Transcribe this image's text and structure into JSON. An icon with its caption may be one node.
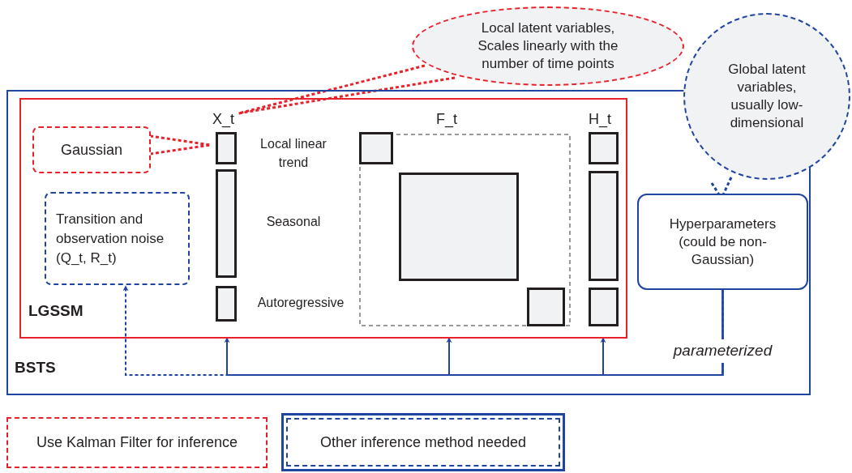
{
  "diagram": {
    "nodes": [
      {
        "text": [
          "Local latent variables, Scales linearly with the number of time points"
        ]
      },
      {
        "text": [
          "Global latent variables, usually low-dimensional"
        ]
      },
      {
        "text": [
          "BSTS"
        ]
      },
      {
        "text": [
          "LGSSM"
        ],
        "in": 2
      },
      {
        "text": [
          "Gaussian"
        ],
        "in": 3
      },
      {
        "text": [
          "X_t"
        ],
        "in": 3
      },
      {
        "text": [
          "F_t"
        ],
        "in": 3
      },
      {
        "text": [
          "H_t"
        ],
        "in": 3
      },
      {
        "text": [
          "Transition and observation noise (Q_t, R_t)"
        ],
        "in": 3
      },
      {
        "text": [
          "Hyperparameters (could be non-Gaussian)"
        ],
        "in": 2
      }
    ],
    "edges": [
      {
        "from": 0,
        "to": 5,
        "arrow": "none",
        "style": "dashed",
        "color": "#e8212b"
      },
      {
        "from": 4,
        "to": 5,
        "arrow": "none",
        "style": "dashed",
        "color": "#e8212b"
      },
      {
        "from": 1,
        "to": 9,
        "arrow": "none",
        "style": "dashed"
      },
      {
        "from": 9,
        "to": 8,
        "arrow": "to",
        "style": "dashed"
      },
      {
        "from": 9,
        "to": 5,
        "arrow": "to"
      },
      {
        "from": 9,
        "to": 6,
        "arrow": "to"
      },
      {
        "from": 9,
        "to": 7,
        "arrow": "to",
        "label": "parameterized"
      }
    ],
    "labels": [
      "Local linear trend",
      "Seasonal",
      "Autoregressive"
    ],
    "legend": [
      {
        "text": "Use Kalman Filter for inference"
      },
      {
        "text": "Other inference method needed"
      }
    ]
  }
}
